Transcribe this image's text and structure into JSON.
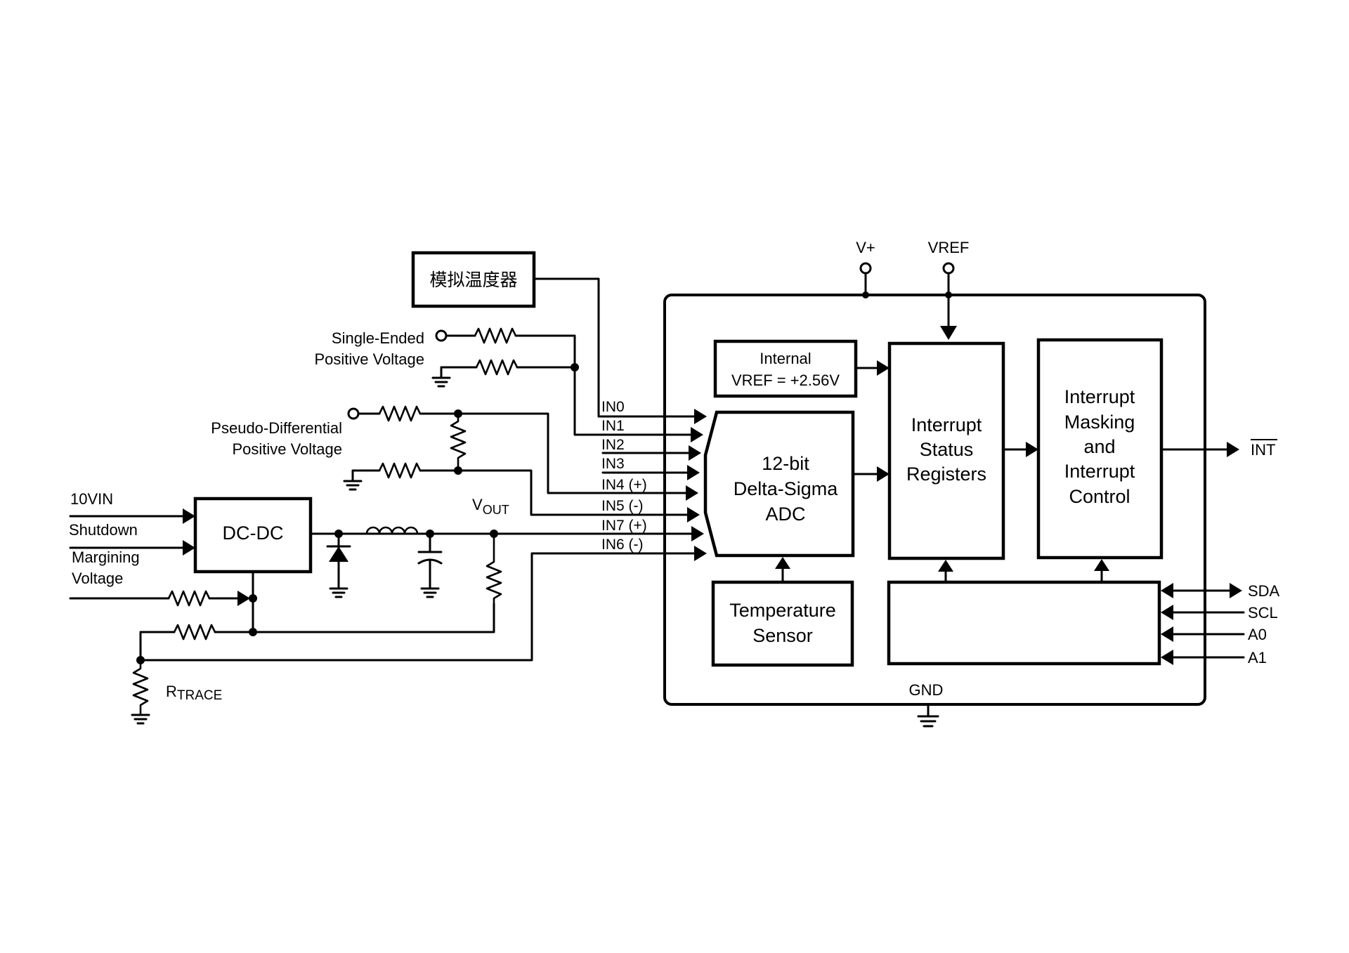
{
  "diagram": {
    "blocks": {
      "analog_temp_sensor": "模拟温度器",
      "internal_vref": [
        "Internal",
        "VREF = +2.56V"
      ],
      "adc": [
        "12-bit",
        "Delta-Sigma",
        "ADC"
      ],
      "temperature_sensor": [
        "Temperature",
        "Sensor"
      ],
      "interrupt_status": [
        "Interrupt",
        "Status",
        "Registers"
      ],
      "interrupt_masking": [
        "Interrupt",
        "Masking",
        "and",
        "Interrupt",
        "Control"
      ],
      "dcdc": "DC-DC"
    },
    "supply_pins": {
      "vplus": "V+",
      "vref": "VREF",
      "gnd": "GND"
    },
    "inputs": [
      "IN0",
      "IN1",
      "IN2",
      "IN3",
      "IN4 (+)",
      "IN5 (-)",
      "IN7 (+)",
      "IN6 (-)"
    ],
    "outputs": {
      "int": "INT"
    },
    "serial_pins": [
      "SDA",
      "SCL",
      "A0",
      "A1"
    ],
    "external_labels": {
      "single_ended": [
        "Single-Ended",
        "Positive Voltage"
      ],
      "pseudo_diff": [
        "Pseudo-Differential",
        "Positive Voltage"
      ],
      "vin": "10VIN",
      "shutdown": "Shutdown",
      "margining": [
        "Margining",
        "Voltage"
      ],
      "vout_main": "V",
      "vout_sub": "OUT",
      "rtrace_main": "R",
      "rtrace_sub": "TRACE"
    }
  }
}
